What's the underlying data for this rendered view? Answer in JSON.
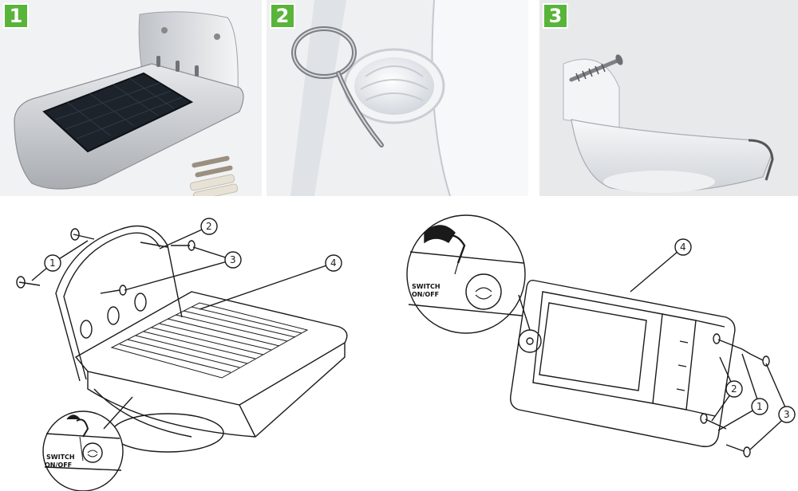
{
  "steps": [
    "1",
    "2",
    "3"
  ],
  "callouts_left": [
    "1",
    "2",
    "3",
    "4"
  ],
  "callouts_right": [
    "4",
    "2",
    "1",
    "3"
  ],
  "switch_label": {
    "line1": "SWITCH",
    "line2": "ON/OFF"
  }
}
